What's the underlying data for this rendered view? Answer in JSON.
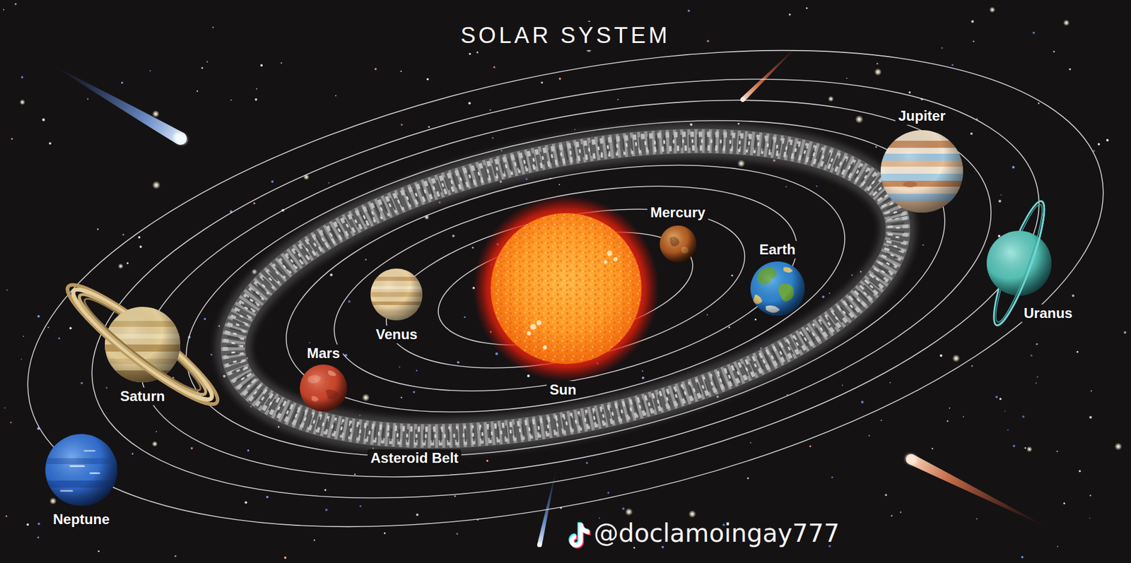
{
  "diagram": {
    "title": "SOLAR SYSTEM",
    "labels": [
      "Jupiter",
      "Mercury",
      "Earth",
      "Venus",
      "Uranus",
      "Mars",
      "Sun",
      "Saturn",
      "Asteroid Belt",
      "Neptune",
      "@doclamoingay777"
    ]
  }
}
